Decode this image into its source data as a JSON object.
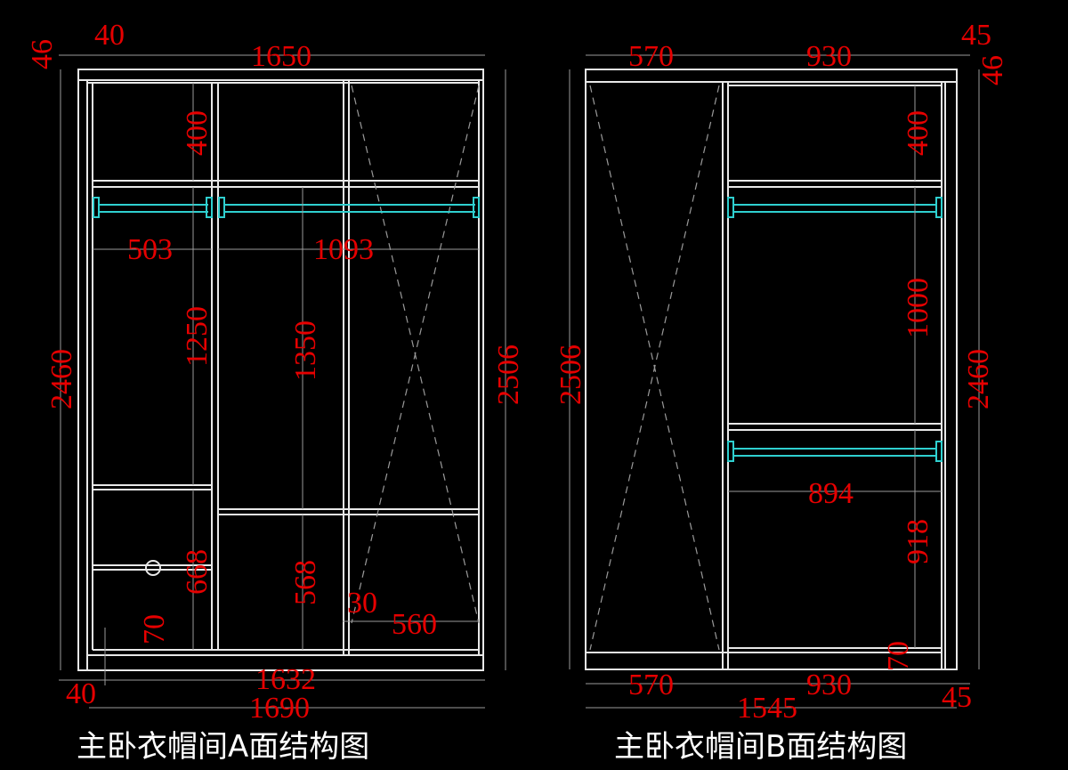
{
  "colors": {
    "background": "#000000",
    "lines": "#e8e8e8",
    "dimensions": "#e60000",
    "rails": "#2fd0d0"
  },
  "view_a": {
    "title": "主卧衣帽间A面结构图",
    "dims": {
      "top_panel": "46",
      "side_panel_top": "40",
      "total_width_top": "1650",
      "top_compartment": "400",
      "left_width": "503",
      "right_width": "1093",
      "left_hanging": "1250",
      "right_hanging": "1350",
      "total_height": "2460",
      "outer_height": "2506",
      "left_lower": "668",
      "right_lower": "568",
      "door_gap": "30",
      "door_section": "560",
      "plinth": "70",
      "side_panel_bottom": "40",
      "inner_width": "1632",
      "total_width": "1690"
    }
  },
  "view_b": {
    "title": "主卧衣帽间B面结构图",
    "dims": {
      "left_width_top": "570",
      "right_width_top": "930",
      "side_panel_top": "45",
      "top_panel": "46",
      "outer_height": "2506",
      "top_compartment": "400",
      "upper_hanging": "1000",
      "total_height": "2460",
      "rail_width": "894",
      "lower_hanging": "918",
      "plinth": "70",
      "left_width_bottom": "570",
      "right_width_bottom": "930",
      "side_panel_bottom": "45",
      "total_width": "1545"
    }
  }
}
